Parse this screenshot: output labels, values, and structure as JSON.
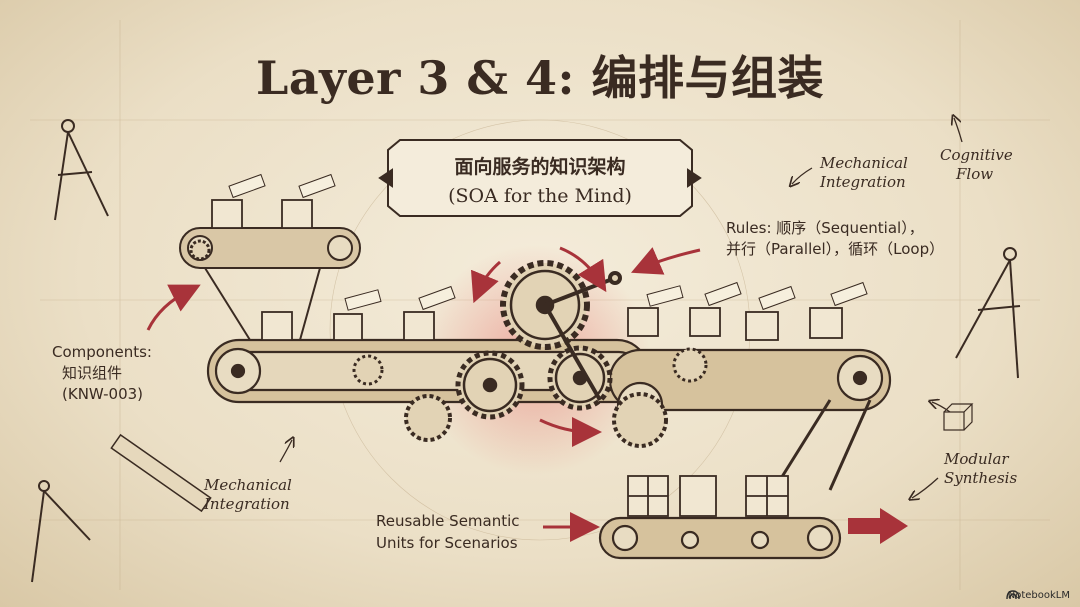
{
  "title": "Layer 3 & 4: 编排与组装",
  "plaque": {
    "line1": "面向服务的知识架构",
    "line2": "(SOA for the Mind)"
  },
  "labels": {
    "rules_line1": "Rules: 顺序（Sequential），",
    "rules_line2": "并行（Parallel），循环（Loop）",
    "components_line1": "Components:",
    "components_line2": "知识组件",
    "components_line3": "(KNW-003)",
    "reusable_line1": "Reusable Semantic",
    "reusable_line2": "Units for Scenarios"
  },
  "annotations": {
    "mechanical_top_line1": "Mechanical",
    "mechanical_top_line2": "Integration",
    "cognitive_line1": "Cognitive",
    "cognitive_line2": "Flow",
    "mechanical_bottom_line1": "Mechanical",
    "mechanical_bottom_line2": "Integration",
    "modular_line1": "Modular",
    "modular_line2": "Synthesis"
  },
  "brand": "NotebookLM",
  "icons": [
    "drafting-compass-icon",
    "ruler-icon",
    "gear-icon",
    "conveyor-belt-icon",
    "cube-icon",
    "arrow-icon",
    "notebooklm-logo-icon"
  ],
  "colors": {
    "ink": "#3a2b22",
    "accent_red": "#a8333a",
    "paper": "#ede2cc"
  }
}
